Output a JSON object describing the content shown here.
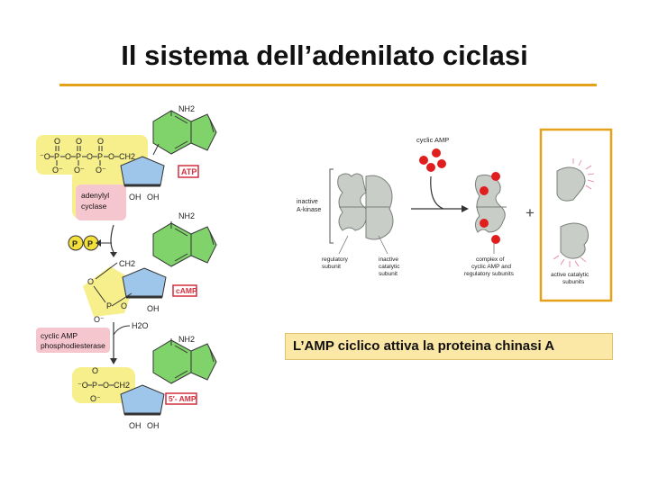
{
  "title": "Il sistema dell’adenilato ciclasi",
  "left_panel": {
    "atp": {
      "nh2": "NH2",
      "phosphates_row": "⁻O–P–O–P–O–P–O–CH2",
      "p": "P",
      "o": "O",
      "ominus": "O⁻",
      "ch2": "CH2",
      "oh": "OH",
      "label": "ATP"
    },
    "enzyme1": {
      "line1": "adenylyl",
      "line2": "cyclase"
    },
    "pp": {
      "p1": "P",
      "p2": "P"
    },
    "camp": {
      "nh2": "NH2",
      "ch2": "CH2",
      "p": "P",
      "o": "O",
      "ominus": "O⁻",
      "oh": "OH",
      "label": "cAMP"
    },
    "enzyme2": {
      "line1": "cyclic AMP",
      "line2": "phosphodiesterase"
    },
    "water": "H2O",
    "amp": {
      "nh2": "NH2",
      "ch2": "CH2",
      "p": "P",
      "o": "O",
      "ominus": "O⁻",
      "oh": "OH",
      "label": "5′- AMP"
    }
  },
  "right_panel": {
    "cyclic_amp": "cyclic AMP",
    "inactive_kinase_line1": "inactive",
    "inactive_kinase_line2": "A-kinase",
    "regulatory_line1": "regulatory",
    "regulatory_line2": "subunit",
    "catalytic_line1": "inactive",
    "catalytic_line2": "catalytic",
    "catalytic_line3": "subunit",
    "complex_line1": "complex of",
    "complex_line2": "cyclic AMP and",
    "complex_line3": "regulatory subunits",
    "plus": "+",
    "active_line1": "active catalytic",
    "active_line2": "subunits"
  },
  "caption": "L’AMP ciclico attiva la proteina chinasi A",
  "colors": {
    "phosphate_yellow": "#f6ef8c",
    "base_green": "#7fd36a",
    "ribose_blue": "#9dc6ea",
    "enzyme_pink": "#f6c6cf",
    "label_red": "#d32f3f",
    "camp_red": "#e01e1e",
    "protein_grey": "#c9cdc8",
    "accent_orange": "#e3a21a",
    "caption_bg": "#fbe7a6"
  }
}
